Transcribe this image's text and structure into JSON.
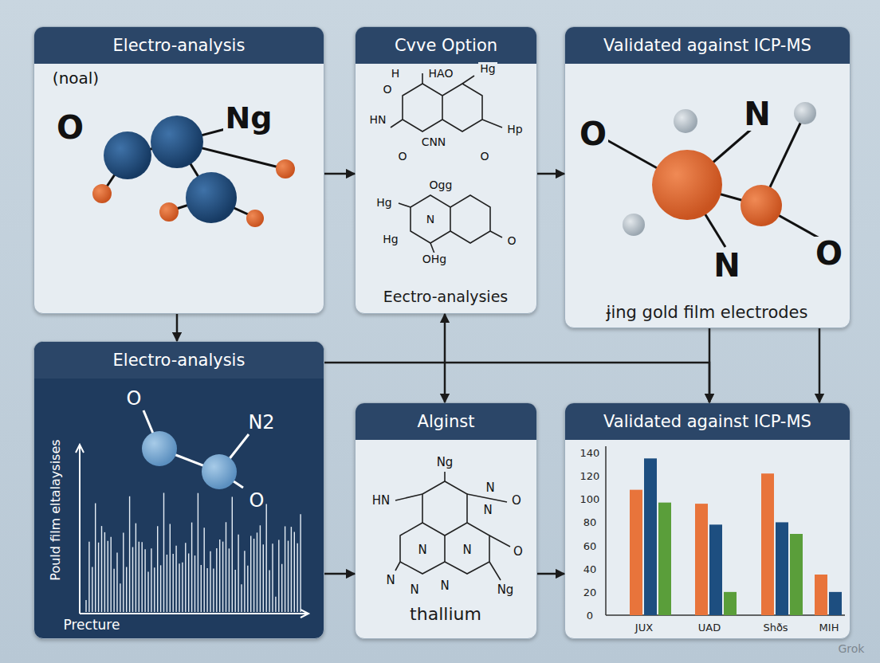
{
  "diagram": {
    "nodes": [
      {
        "text": [
          "Electro-analysis"
        ]
      },
      {
        "text": [
          "Cvve Option",
          "Eectro-analysies"
        ]
      },
      {
        "text": [
          "Validated against ICP-MS",
          "ɉing gold film electrodes"
        ]
      },
      {
        "text": [
          "Electro-analysis"
        ]
      },
      {
        "text": [
          "Alginst",
          "thallium"
        ]
      },
      {
        "text": [
          "Validated against ICP-MS"
        ]
      }
    ],
    "edges": [
      {
        "from": 0,
        "to": 1,
        "arrow": "to"
      },
      {
        "from": 1,
        "to": 2,
        "arrow": "to"
      },
      {
        "from": 0,
        "to": 3,
        "arrow": "to"
      },
      {
        "from": 1,
        "to": 4,
        "arrow": "both"
      },
      {
        "from": 3,
        "to": 4,
        "arrow": "to"
      },
      {
        "from": 4,
        "to": 5,
        "arrow": "to"
      },
      {
        "from": 2,
        "to": 5,
        "arrow": "to"
      },
      {
        "from": 2,
        "to": 5,
        "arrow": "to"
      },
      {
        "from": 3,
        "to": 5,
        "arrow": "to"
      }
    ],
    "labels": [
      "(noal)",
      "O",
      "Ng",
      "H",
      "HAO",
      "Hg",
      "O",
      "HN",
      "Hp",
      "CNN",
      "O",
      "O",
      "Ogg",
      "Hg",
      "N",
      "O",
      "OHg",
      "Hg",
      "O",
      "N",
      "N",
      "O",
      "Pould film eltalaysises",
      "Precture",
      "O",
      "N2",
      "O",
      "Ng",
      "HN",
      "N",
      "N",
      "O",
      "N",
      "N",
      "N",
      "O",
      "N",
      "N",
      "Ng",
      "140",
      "120",
      "100",
      "80",
      "60",
      "40",
      "20",
      "0",
      "JUX",
      "UAD",
      "Shðs",
      "MIH",
      "Grok"
    ]
  }
}
